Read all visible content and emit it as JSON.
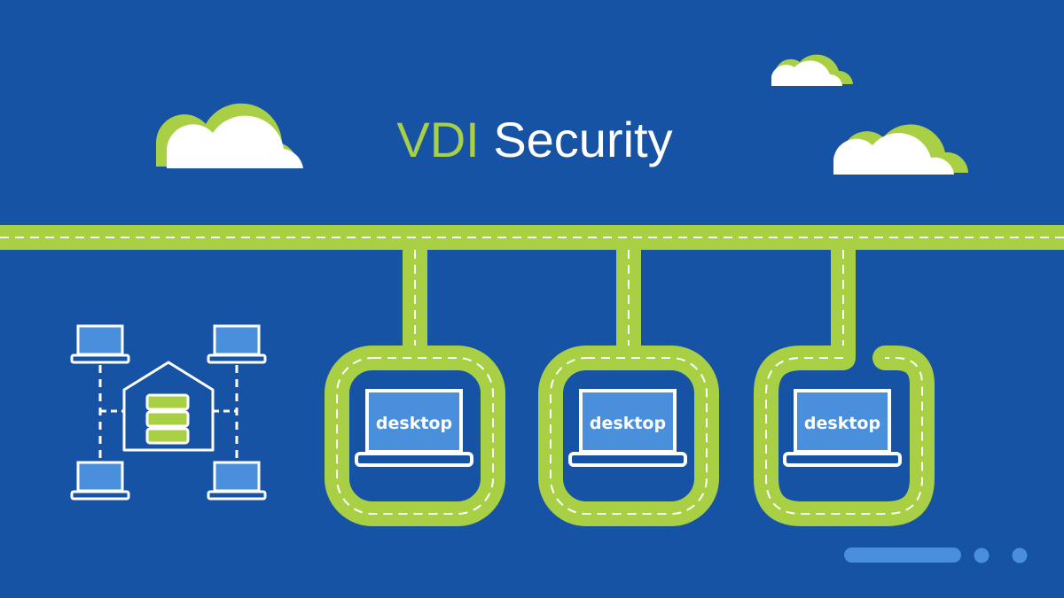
{
  "title": {
    "prefix": "VDI",
    "suffix": "Security"
  },
  "desktops": [
    {
      "label": "desktop"
    },
    {
      "label": "desktop"
    },
    {
      "label": "desktop"
    }
  ],
  "colors": {
    "background": "#1653a5",
    "accent": "#a9d044",
    "white": "#ffffff",
    "screen": "#4a8fdb",
    "indicator": "#4a8fdb"
  },
  "icons": [
    "cloud-icon",
    "laptop-icon",
    "warehouse-server-icon"
  ]
}
